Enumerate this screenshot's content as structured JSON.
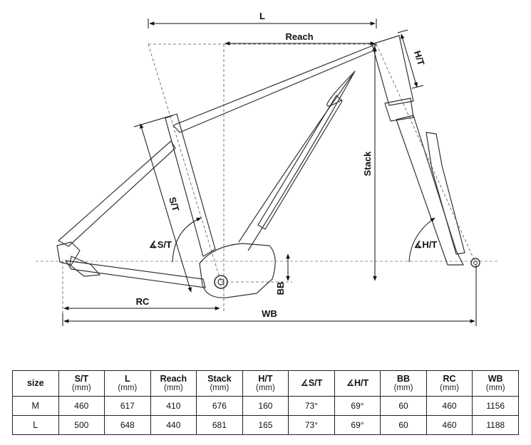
{
  "diagram": {
    "labels": {
      "L": "L",
      "reach": "Reach",
      "ht": "H/T",
      "st": "S/T",
      "stack": "Stack",
      "st_angle": "∡S/T",
      "ht_angle": "∡H/T",
      "bb": "BB",
      "rc": "RC",
      "wb": "WB"
    }
  },
  "table": {
    "columns": [
      {
        "label": "size",
        "unit": ""
      },
      {
        "label": "S/T",
        "unit": "(mm)"
      },
      {
        "label": "L",
        "unit": "(mm)"
      },
      {
        "label": "Reach",
        "unit": "(mm)"
      },
      {
        "label": "Stack",
        "unit": "(mm)"
      },
      {
        "label": "H/T",
        "unit": "(mm)"
      },
      {
        "label": "∡S/T",
        "unit": ""
      },
      {
        "label": "∡H/T",
        "unit": ""
      },
      {
        "label": "BB",
        "unit": "(mm)"
      },
      {
        "label": "RC",
        "unit": "(mm)"
      },
      {
        "label": "WB",
        "unit": "(mm)"
      }
    ],
    "rows": [
      [
        "M",
        "460",
        "617",
        "410",
        "676",
        "160",
        "73°",
        "69°",
        "60",
        "460",
        "1156"
      ],
      [
        "L",
        "500",
        "648",
        "440",
        "681",
        "165",
        "73°",
        "69°",
        "60",
        "460",
        "1188"
      ]
    ]
  }
}
